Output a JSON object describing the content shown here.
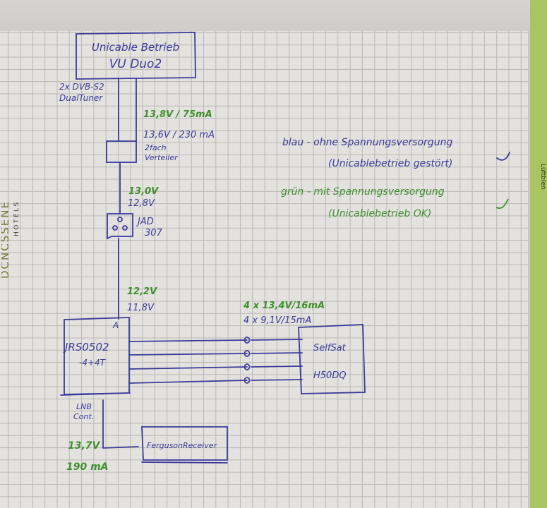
{
  "colors": {
    "ink_blue": "#3b3a9a",
    "ink_green": "#3f8f2e",
    "paper": "#e4e2de",
    "grid": "#b9b8b4",
    "strip": "#a9c462"
  },
  "side_brand": {
    "name_partial": "DCNCSSENE",
    "subtitle": "HOTELS"
  },
  "right_strip_text": "Lüftblen",
  "diagram": {
    "source_box": {
      "line1": "Unicable Betrieb",
      "line2": "VU Duo2"
    },
    "tuner_note": {
      "line1": "2x DVB-S2",
      "line2": "DualTuner"
    },
    "seg1": {
      "green": "13,8V / 75mA",
      "blue": "13,6V / 230 mA"
    },
    "splitter": {
      "line1": "2fach",
      "line2": "Verteiler"
    },
    "seg2": {
      "green": "13,0V",
      "blue": "12,8V"
    },
    "socket": {
      "line1": "JAD",
      "line2": "307"
    },
    "seg3": {
      "green": "12,2V",
      "blue": "11,8V"
    },
    "multiswitch": {
      "line1": "JRS0502",
      "line2": "-4+4T",
      "port": "A"
    },
    "lnb_lines": {
      "green": "4 x 13,4V/16mA",
      "blue": "4 x 9,1V/15mA"
    },
    "lnb_box": {
      "line1": "SelfSat",
      "line2": "H50DQ"
    },
    "lnb_cont": {
      "line1": "LNB",
      "line2": "Cont."
    },
    "receiver_reading": {
      "voltage": "13,7V",
      "current": "190 mA"
    },
    "receiver_box": {
      "label": "FergusonReceiver"
    }
  },
  "legend": {
    "blue": {
      "line1": "blau - ohne Spannungsversorgung",
      "line2": "(Unicablebetrieb gestört)"
    },
    "green": {
      "line1": "grün - mit Spannungsversorgung",
      "line2": "(Unicablebetrieb OK)"
    }
  }
}
